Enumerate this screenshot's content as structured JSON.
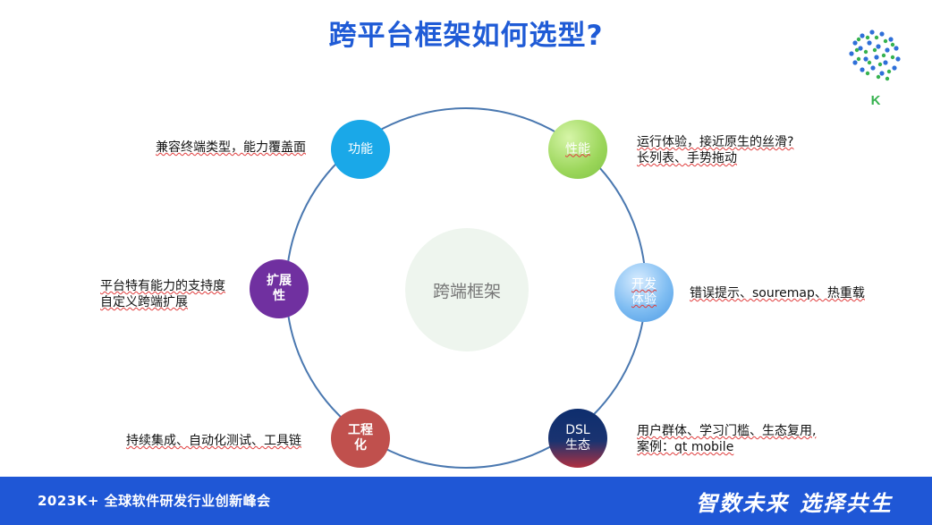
{
  "title": "跨平台框架如何选型?",
  "logo": {
    "letter": "K",
    "icon": "dotted-brain-logo-icon"
  },
  "center": "跨端框架",
  "nodes": {
    "func": {
      "lines": [
        "功能"
      ]
    },
    "perf": {
      "lines": [
        "性能"
      ]
    },
    "ext": {
      "lines": [
        "扩展",
        "性"
      ]
    },
    "dev": {
      "lines": [
        "开发",
        "体验"
      ]
    },
    "eng": {
      "lines": [
        "工程",
        "化"
      ]
    },
    "dsl": {
      "lines": [
        "DSL",
        "生态"
      ]
    }
  },
  "descriptions": {
    "func": [
      "兼容终端类型，能力覆盖面"
    ],
    "perf": [
      "运行体验，接近原生的丝滑?",
      "长列表、手势拖动"
    ],
    "ext": [
      "平台特有能力的支持度",
      "自定义跨端扩展"
    ],
    "dev": [
      "错误提示、souremap、热重载"
    ],
    "eng": [
      "持续集成、自动化测试、工具链"
    ],
    "dsl": [
      "用户群体、学习门槛、生态复用,",
      "案例：qt mobile"
    ]
  },
  "footer": {
    "event": "2023K+ 全球软件研发行业创新峰会",
    "slogan_left": "智数未来",
    "slogan_right": "选择共生"
  },
  "colors": {
    "title": "#1f5bd6",
    "footer": "#1f57d6",
    "func": "#1aa8e8",
    "perf": "#9bd65a",
    "ext": "#7030a0",
    "dev": "#7fbdf2",
    "eng": "#c0504d",
    "dsl": "#0e2e6e"
  }
}
